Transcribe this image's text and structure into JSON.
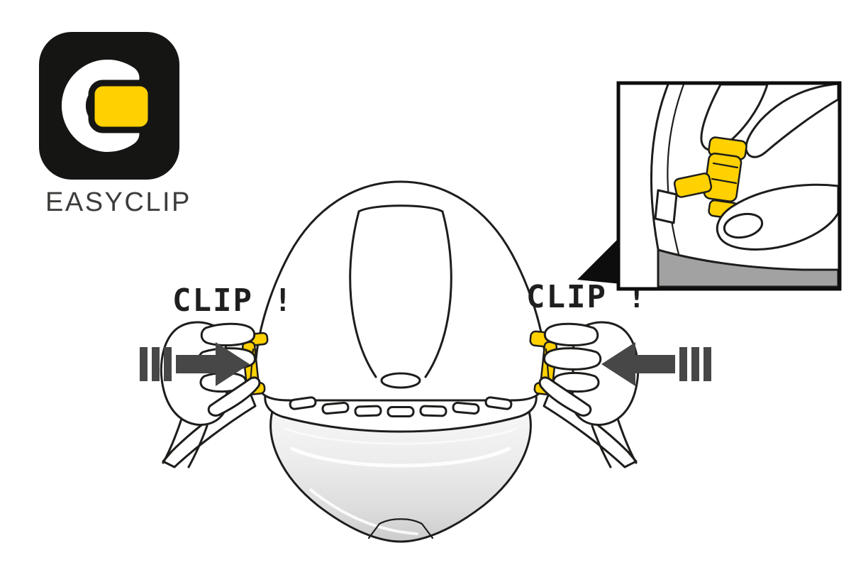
{
  "page": {
    "background_color": "#ffffff"
  },
  "logo": {
    "wordmark": "EASYCLIP",
    "badge_color": "#151513",
    "mark_color": "#ffffff",
    "accent_color": "#ffd100"
  },
  "annotations": {
    "clip_left": "CLIP !",
    "clip_right": "CLIP !"
  },
  "colors": {
    "accent_yellow": "#ffd100",
    "arrow_gray": "#474747",
    "ink": "#1d1d1b",
    "visor_gray": "#d6d6d6",
    "inset_visor_gray": "#a2a2a2",
    "pointer_black": "#0d0d0d"
  },
  "icons": {
    "logo_badge": "easyclip-logo",
    "left_arrow": "push-in-arrow-left",
    "right_arrow": "push-in-arrow-right",
    "inset_pointer": "callout-pointer"
  }
}
